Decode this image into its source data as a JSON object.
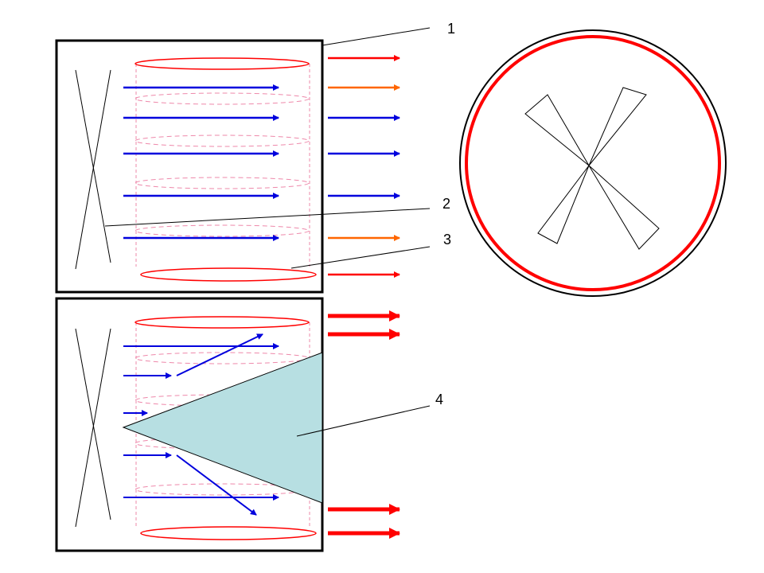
{
  "labels": {
    "one": "1",
    "two": "2",
    "three": "3",
    "four": "4"
  },
  "colors": {
    "red": "#ff0000",
    "orange": "#ff6600",
    "blue": "#0000dd",
    "pink_dashed": "#ee88aa",
    "cone_fill": "#b7dfe2",
    "outline": "#000000"
  }
}
